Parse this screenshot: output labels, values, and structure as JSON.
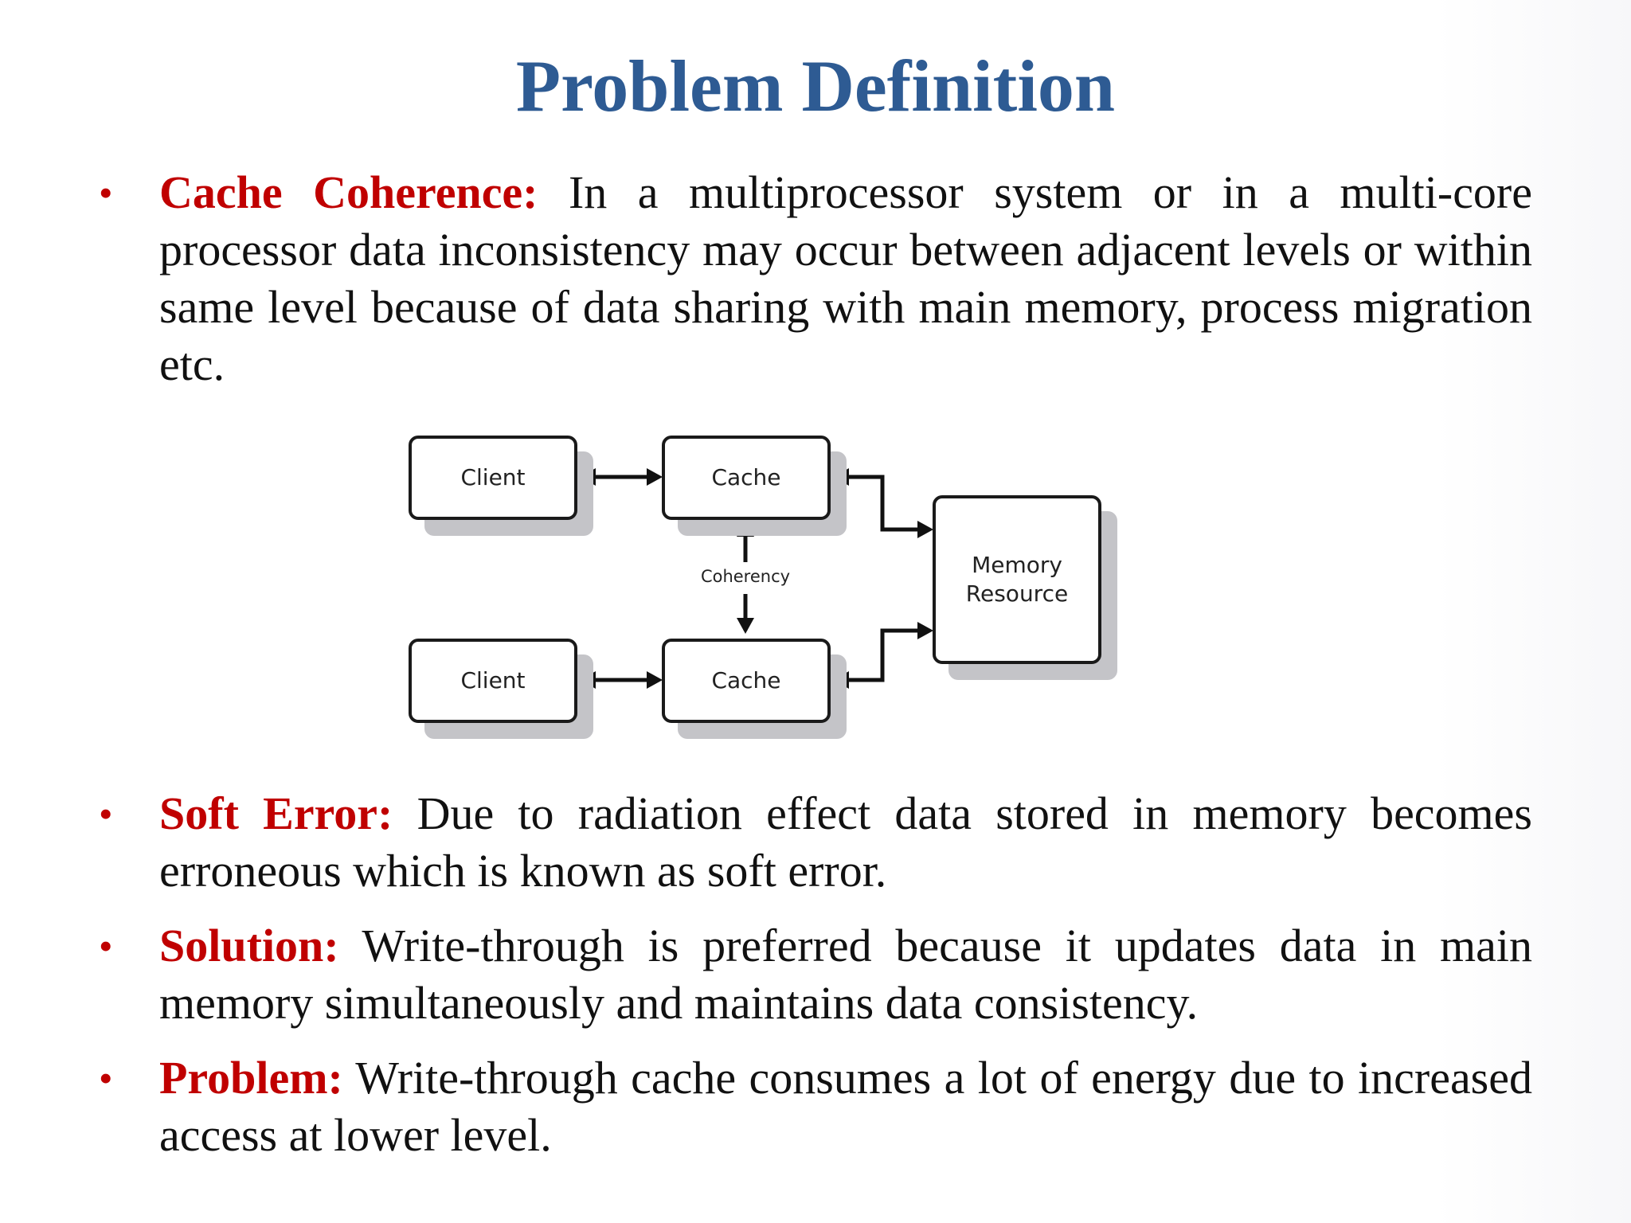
{
  "title": "Problem Definition",
  "bullets": [
    {
      "term": "Cache Coherence:",
      "text": "In a multiprocessor system or in a multi-core processor data inconsistency may occur between adjacent levels or within same level because of data sharing with main memory, process migration etc."
    },
    {
      "term": "Soft Error:",
      "text": "Due to radiation effect data stored in memory becomes erroneous which is known as soft error."
    },
    {
      "term": "Solution:",
      "text": "Write-through is preferred because it updates data in main memory simultaneously and maintains data consistency."
    },
    {
      "term": "Problem:",
      "text": "Write-through cache consumes a lot of energy due to increased access at lower level."
    }
  ],
  "diagram": {
    "client_top": "Client",
    "client_bottom": "Client",
    "cache_top": "Cache",
    "cache_bottom": "Cache",
    "memory_line1": "Memory",
    "memory_line2": "Resource",
    "coherency": "Coherency"
  }
}
